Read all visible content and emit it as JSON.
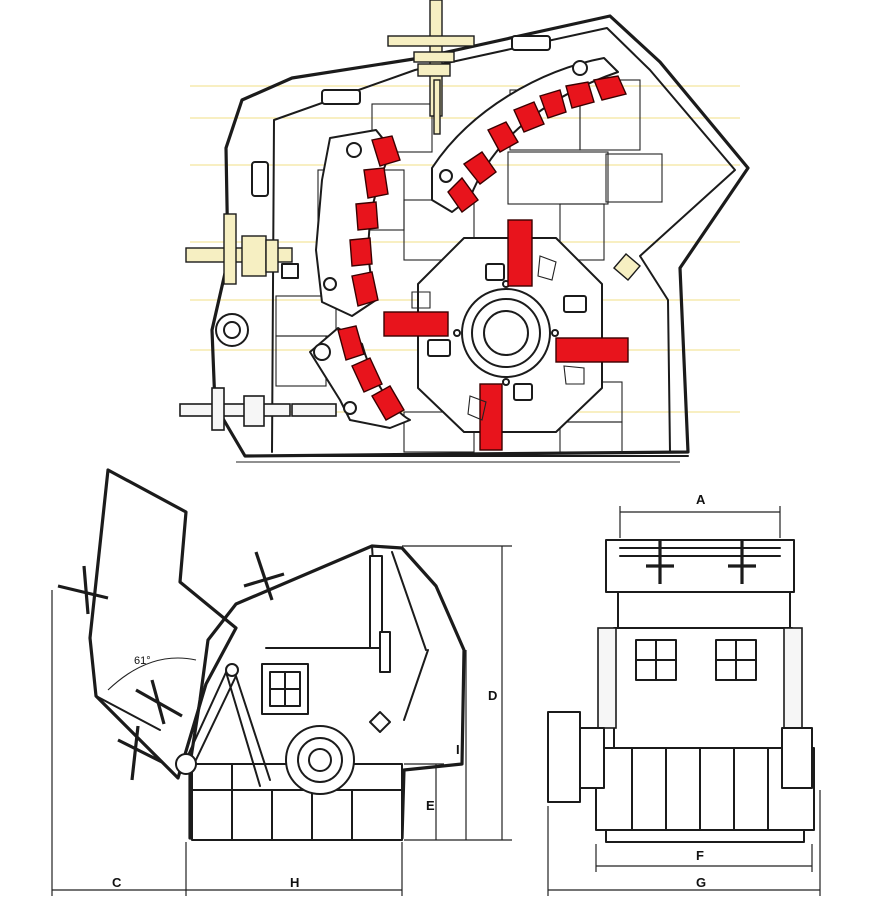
{
  "dimension_labels": {
    "A": "A",
    "C": "C",
    "D": "D",
    "E": "E",
    "F": "F",
    "G": "G",
    "H": "H",
    "I": "I"
  },
  "angle_label": "61°",
  "colors": {
    "blow_bar": "#e8141c",
    "liner_guide": "#f1df86",
    "adjust_rod": "#f6efc2",
    "outline": "#1b1b1b"
  },
  "views": [
    {
      "id": "section",
      "icon": "impact-crusher-section-icon"
    },
    {
      "id": "side",
      "icon": "crusher-side-elevation-icon"
    },
    {
      "id": "front",
      "icon": "crusher-front-elevation-icon"
    }
  ]
}
